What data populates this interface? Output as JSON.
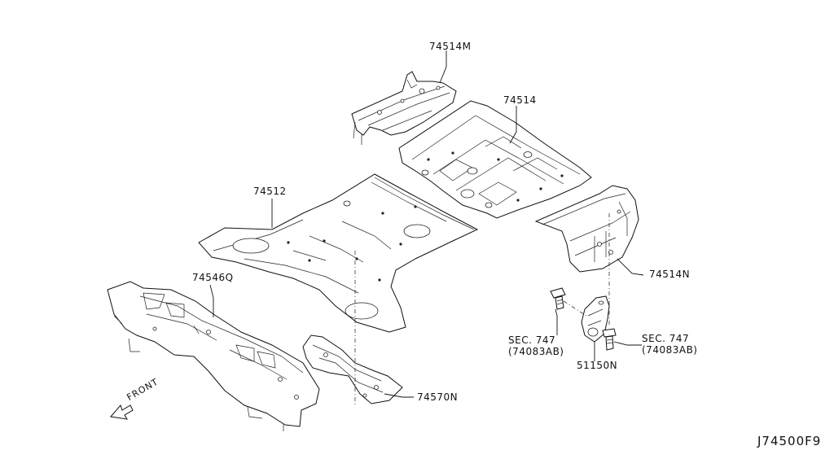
{
  "diagram": {
    "parts": [
      {
        "id": "p1",
        "label": "74514M"
      },
      {
        "id": "p2",
        "label": "74514"
      },
      {
        "id": "p3",
        "label": "74512"
      },
      {
        "id": "p4",
        "label": "74546Q"
      },
      {
        "id": "p5",
        "label": "74514N"
      },
      {
        "id": "p6",
        "label": "74570N"
      },
      {
        "id": "p7",
        "label": "51150N"
      },
      {
        "id": "p8",
        "label": "SEC. 747\n(74083AB)"
      },
      {
        "id": "p9",
        "label": "SEC. 747\n(74083AB)"
      }
    ],
    "direction_label": "FRONT",
    "drawing_code": "J74500F9"
  }
}
